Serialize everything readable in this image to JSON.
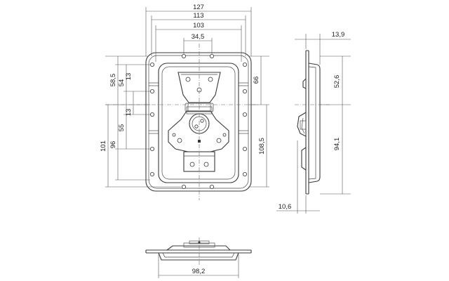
{
  "dimensions": {
    "top_width_outer": "127",
    "top_width_mid": "113",
    "top_width_inner": "103",
    "top_hole_spacing": "34,5",
    "side_thickness": "13,9",
    "left_58_5": "58,5",
    "left_54": "54",
    "left_13_upper": "13",
    "left_13_lower": "13",
    "left_55": "55",
    "left_101": "101",
    "left_96": "96",
    "right_66": "66",
    "right_108_5": "108,5",
    "side_52_6": "52,6",
    "side_94_1": "94,1",
    "side_10_6": "10,6",
    "bottom_98_2": "98,2"
  }
}
